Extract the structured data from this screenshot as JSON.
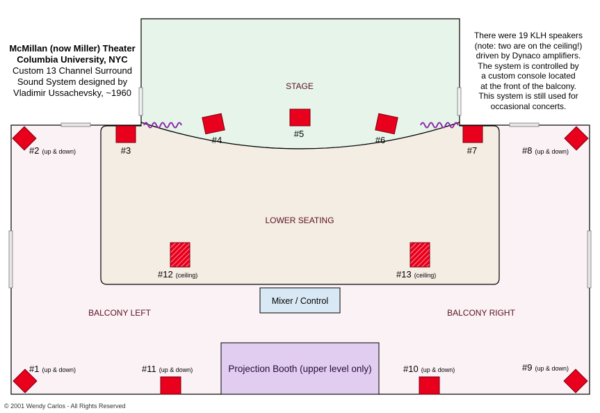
{
  "title": {
    "line1": "McMillan (now Miller) Theater",
    "line2": "Columbia University, NYC",
    "line3": "Custom 13 Channel Surround",
    "line4": "Sound System designed by",
    "line5": "Vladimir Ussachevsky, ~1960"
  },
  "note": {
    "line1": "There were 19 KLH speakers",
    "line2": "(note: two are on the ceiling!)",
    "line3": "driven by Dynaco amplifiers.",
    "line4": "The system is controlled by",
    "line5": "a custom console located",
    "line6": "at the front of the balcony.",
    "line7": "This system is still used for",
    "line8": "occasional concerts."
  },
  "areas": {
    "stage": "STAGE",
    "lower_seating": "LOWER SEATING",
    "balcony_left": "BALCONY LEFT",
    "balcony_right": "BALCONY RIGHT",
    "mixer": "Mixer / Control",
    "projection": "Projection Booth (upper level only)"
  },
  "speakers": {
    "s1": {
      "num": "#1",
      "note": "(up & down)"
    },
    "s2": {
      "num": "#2",
      "note": "(up & down)"
    },
    "s3": {
      "num": "#3"
    },
    "s4": {
      "num": "#4"
    },
    "s5": {
      "num": "#5"
    },
    "s6": {
      "num": "#6"
    },
    "s7": {
      "num": "#7"
    },
    "s8": {
      "num": "#8",
      "note": "(up & down)"
    },
    "s9": {
      "num": "#9",
      "note": "(up & down)"
    },
    "s10": {
      "num": "#10",
      "note": "(up & down)"
    },
    "s11": {
      "num": "#11",
      "note": "(up & down)"
    },
    "s12": {
      "num": "#12",
      "note": "(ceiling)"
    },
    "s13": {
      "num": "#13",
      "note": "(ceiling)"
    }
  },
  "copyright": "© 2001 Wendy Carlos - All Rights Reserved",
  "colors": {
    "speaker": "#e8001c",
    "speaker_border": "#7a0010",
    "stage_fill": "#e6f4ea",
    "lower_fill": "#f4ede4",
    "hall_fill": "#fbf2f6",
    "mixer_fill": "#d8e8f4",
    "projection_fill": "#e0cdf0",
    "area_label": "#5a1020",
    "coil": "#8a2aa8"
  }
}
